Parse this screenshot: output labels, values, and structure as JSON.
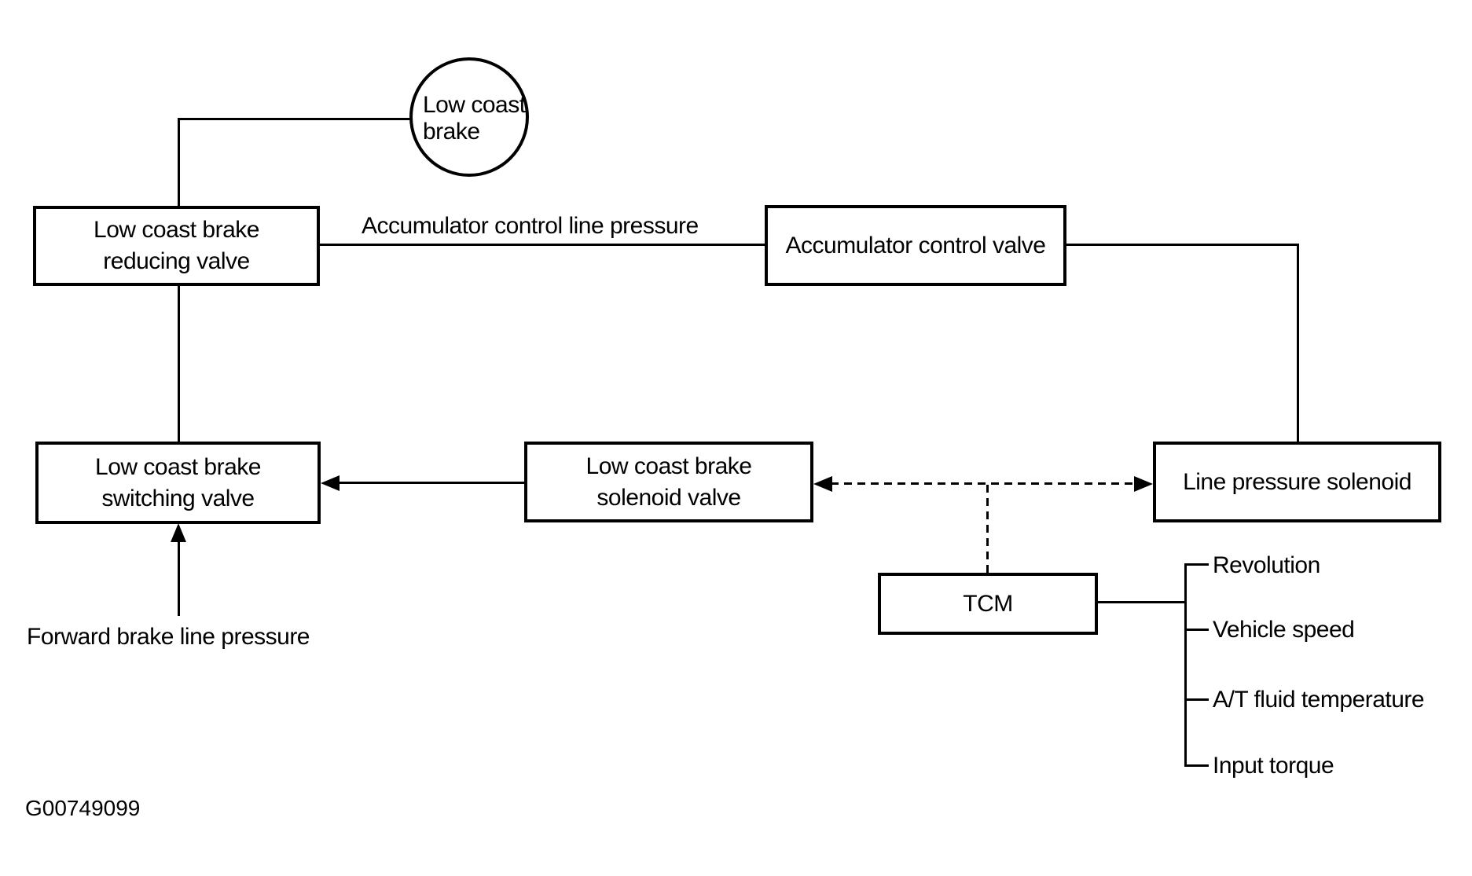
{
  "figure_id": "G00749099",
  "colors": {
    "ink": "#000000",
    "background": "#ffffff"
  },
  "nodes": {
    "low_coast_brake": {
      "shape": "circle",
      "label": "Low coast\nbrake"
    },
    "reducing_valve": {
      "shape": "rect",
      "label": "Low coast brake\nreducing valve"
    },
    "accumulator_control_valve": {
      "shape": "rect",
      "label": "Accumulator control valve"
    },
    "switching_valve": {
      "shape": "rect",
      "label": "Low coast brake\nswitching valve"
    },
    "solenoid_valve": {
      "shape": "rect",
      "label": "Low coast brake\nsolenoid valve"
    },
    "line_pressure_solenoid": {
      "shape": "rect",
      "label": "Line pressure solenoid"
    },
    "tcm": {
      "shape": "rect",
      "label": "TCM"
    }
  },
  "flow_labels": {
    "accumulator_line": "Accumulator control line pressure",
    "forward_brake": "Forward brake line pressure"
  },
  "tcm_inputs": [
    "Revolution",
    "Vehicle speed",
    "A/T fluid temperature",
    "Input torque"
  ],
  "connections": [
    {
      "from": "low_coast_brake",
      "to": "reducing_valve",
      "style": "solid",
      "arrow": "none"
    },
    {
      "from": "reducing_valve",
      "to": "accumulator_control_valve",
      "style": "solid",
      "arrow": "none",
      "label": "Accumulator control line pressure"
    },
    {
      "from": "accumulator_control_valve",
      "to": "line_pressure_solenoid",
      "style": "solid",
      "arrow": "none"
    },
    {
      "from": "reducing_valve",
      "to": "switching_valve",
      "style": "solid",
      "arrow": "none"
    },
    {
      "from": "solenoid_valve",
      "to": "switching_valve",
      "style": "solid",
      "arrow": "into-switching-valve"
    },
    {
      "from": "tcm",
      "to": "solenoid_valve",
      "style": "dashed",
      "arrow": "into-solenoid-valve"
    },
    {
      "from": "tcm",
      "to": "line_pressure_solenoid",
      "style": "dashed",
      "arrow": "into-line-pressure-solenoid"
    },
    {
      "from": "forward_brake_line_pressure",
      "to": "switching_valve",
      "style": "solid",
      "arrow": "into-switching-valve-bottom"
    },
    {
      "from": "tcm",
      "to": "input-signal-bracket",
      "style": "solid",
      "arrow": "none"
    }
  ]
}
